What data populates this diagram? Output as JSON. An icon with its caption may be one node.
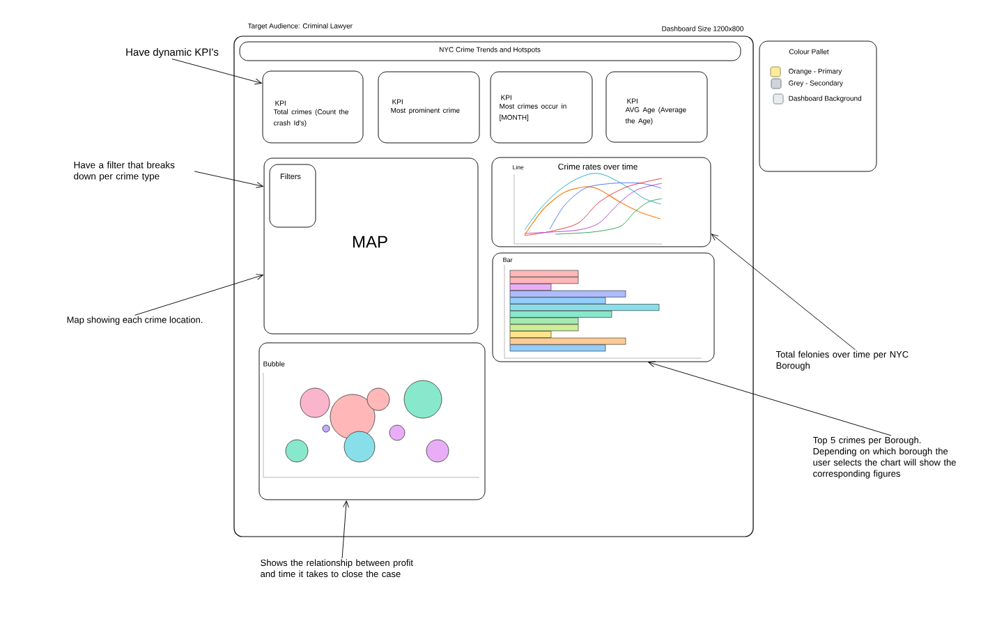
{
  "diagram": {
    "nodes": [
      {
        "text": [
          "Target Audience: Criminal Lawyer",
          "Dashboard Size 1200x800"
        ]
      },
      {
        "text": [
          "NYC Crime Trends and Hotspots"
        ],
        "in": 0
      },
      {
        "text": [
          "KPI",
          "Total crimes (Count the crash Id's)"
        ],
        "in": 0
      },
      {
        "text": [
          "KPI",
          "Most prominent crime"
        ],
        "in": 0
      },
      {
        "text": [
          "KPI",
          "Most crimes occur in [MONTH]"
        ],
        "in": 0
      },
      {
        "text": [
          "KPI",
          "AVG Age (Average the Age)"
        ],
        "in": 0
      },
      {
        "text": [
          "MAP"
        ],
        "in": 0
      },
      {
        "text": [
          "Filters"
        ],
        "in": 6
      },
      {
        "text": [
          "Line",
          "Crime rates over time"
        ],
        "in": 0
      },
      {
        "text": [
          "Bar"
        ],
        "in": 0
      },
      {
        "text": [
          "Bubble"
        ],
        "in": 0
      },
      {
        "text": [
          "Colour Pallet"
        ]
      },
      {
        "text": [
          "Have dynamic KPI's"
        ]
      },
      {
        "text": [
          "Have a filter that breaks down per crime type"
        ]
      },
      {
        "text": [
          "Map showing each crime location."
        ]
      },
      {
        "text": [
          "Total felonies over time per NYC Borough"
        ]
      },
      {
        "text": [
          "Top 5 crimes per Borough. Depending on which borough the user selects the chart will show the corresponding figures"
        ]
      },
      {
        "text": [
          "Shows the relationship between profit and time it takes to close the case"
        ]
      }
    ],
    "edges": [
      {
        "from": 12,
        "to": 2,
        "arrow": "to"
      },
      {
        "from": 13,
        "to": 6,
        "arrow": "to"
      },
      {
        "from": 14,
        "to": 6,
        "arrow": "to"
      },
      {
        "from": 15,
        "to": 8,
        "arrow": "to"
      },
      {
        "from": 16,
        "to": 9,
        "arrow": "to"
      },
      {
        "from": 17,
        "to": 10,
        "arrow": "to"
      }
    ],
    "legend": [
      {
        "text": "Orange - Primary",
        "color": "#ffec99"
      },
      {
        "text": "Grey - Secondary",
        "color": "#ced4da"
      },
      {
        "text": "Dashboard Background",
        "color": "#e9ecef"
      }
    ]
  }
}
